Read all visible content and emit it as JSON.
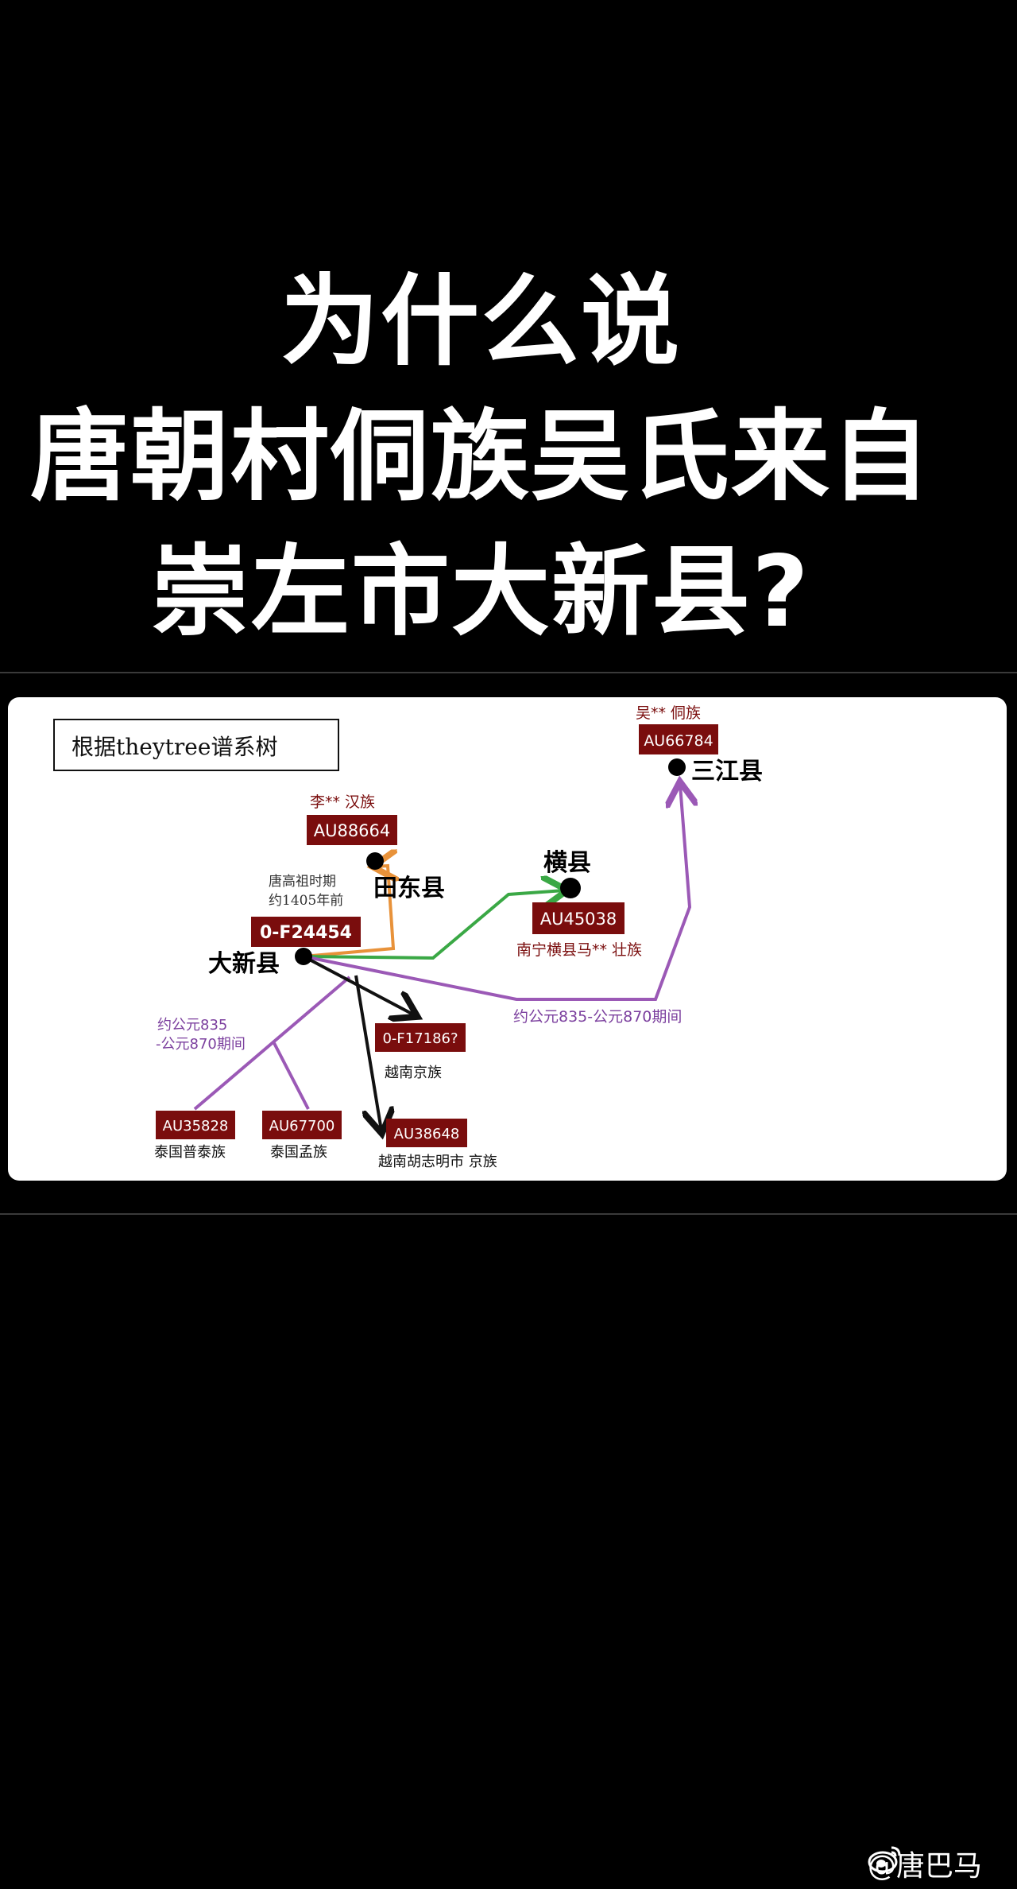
{
  "title_lines": [
    "为什么说",
    "唐朝村侗族吴氏来自",
    "崇左市大新县?"
  ],
  "diagram": {
    "legend_box": "根据theytree谱系树",
    "places": {
      "daxin": "大新县",
      "tiandong": "田东县",
      "hengxian": "横县",
      "sanjiang": "三江县"
    },
    "codes": {
      "f24454": "0-F24454",
      "au88664": "AU88664",
      "au45038": "AU45038",
      "au66784": "AU66784",
      "f17186": "0-F17186?",
      "au38648": "AU38648",
      "au35828": "AU35828",
      "au67700": "AU67700"
    },
    "labels": {
      "li_han": "李** 汉族",
      "tang_period_1": "唐高祖时期",
      "tang_period_2": "约1405年前",
      "nanning_zhuang": "南宁横县马** 壮族",
      "wu_dong": "吴** 侗族",
      "period_right": "约公元835-公元870期间",
      "period_left_1": "约公元835",
      "period_left_2": "-公元870期间",
      "vietnam_kinh": "越南京族",
      "hcmc_kinh": "越南胡志明市 京族",
      "thai_phu": "泰国普泰族",
      "thai_meng": "泰国孟族"
    },
    "colors": {
      "code_box": "#7a0d0d",
      "orange": "#e8923a",
      "green": "#3aa845",
      "purple": "#9b59b6",
      "black": "#111111"
    }
  },
  "watermark": "@唐巴马"
}
